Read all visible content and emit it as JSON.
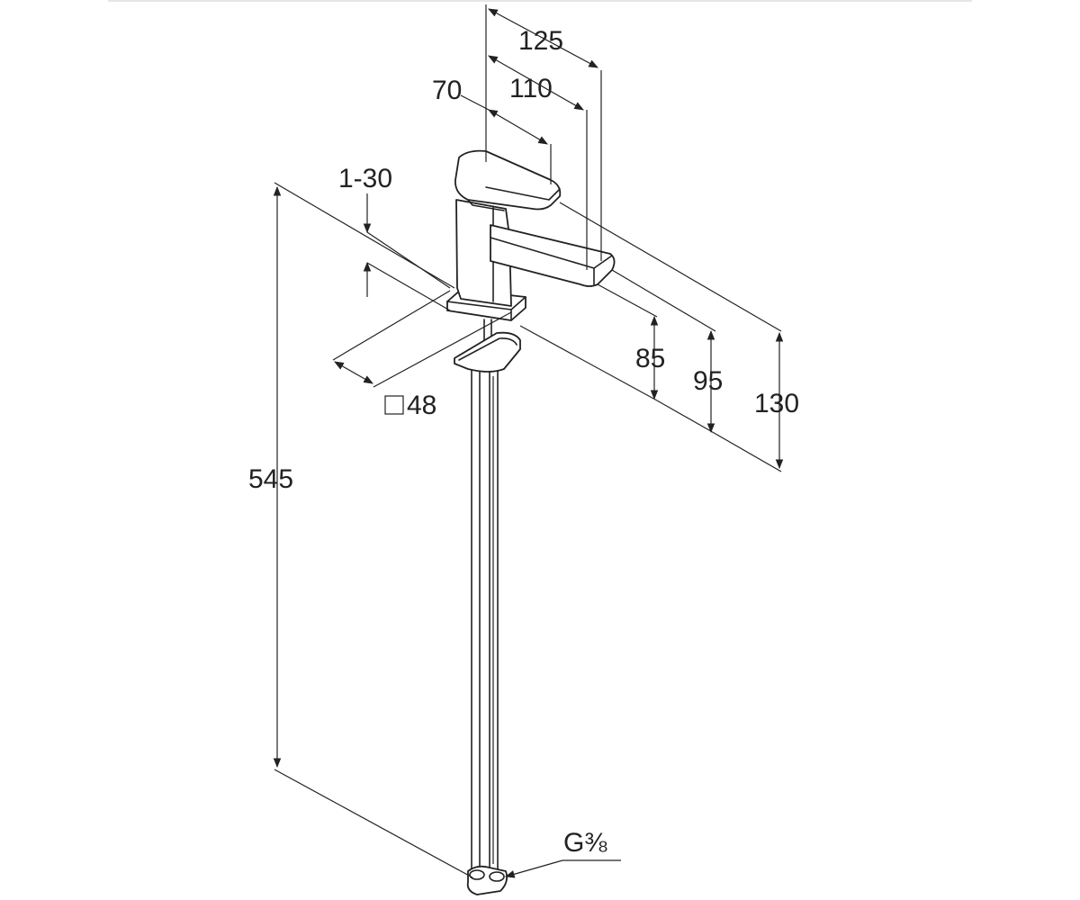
{
  "diagram": {
    "dimensions": {
      "d125": "125",
      "d110": "110",
      "d70": "70",
      "d1_30": "1-30",
      "d85": "85",
      "d95": "95",
      "d130": "130",
      "d48": "48",
      "d545": "545",
      "thread": "G⅜"
    },
    "square_symbol": "□",
    "colors": {
      "line": "#222222",
      "background": "#ffffff"
    }
  }
}
